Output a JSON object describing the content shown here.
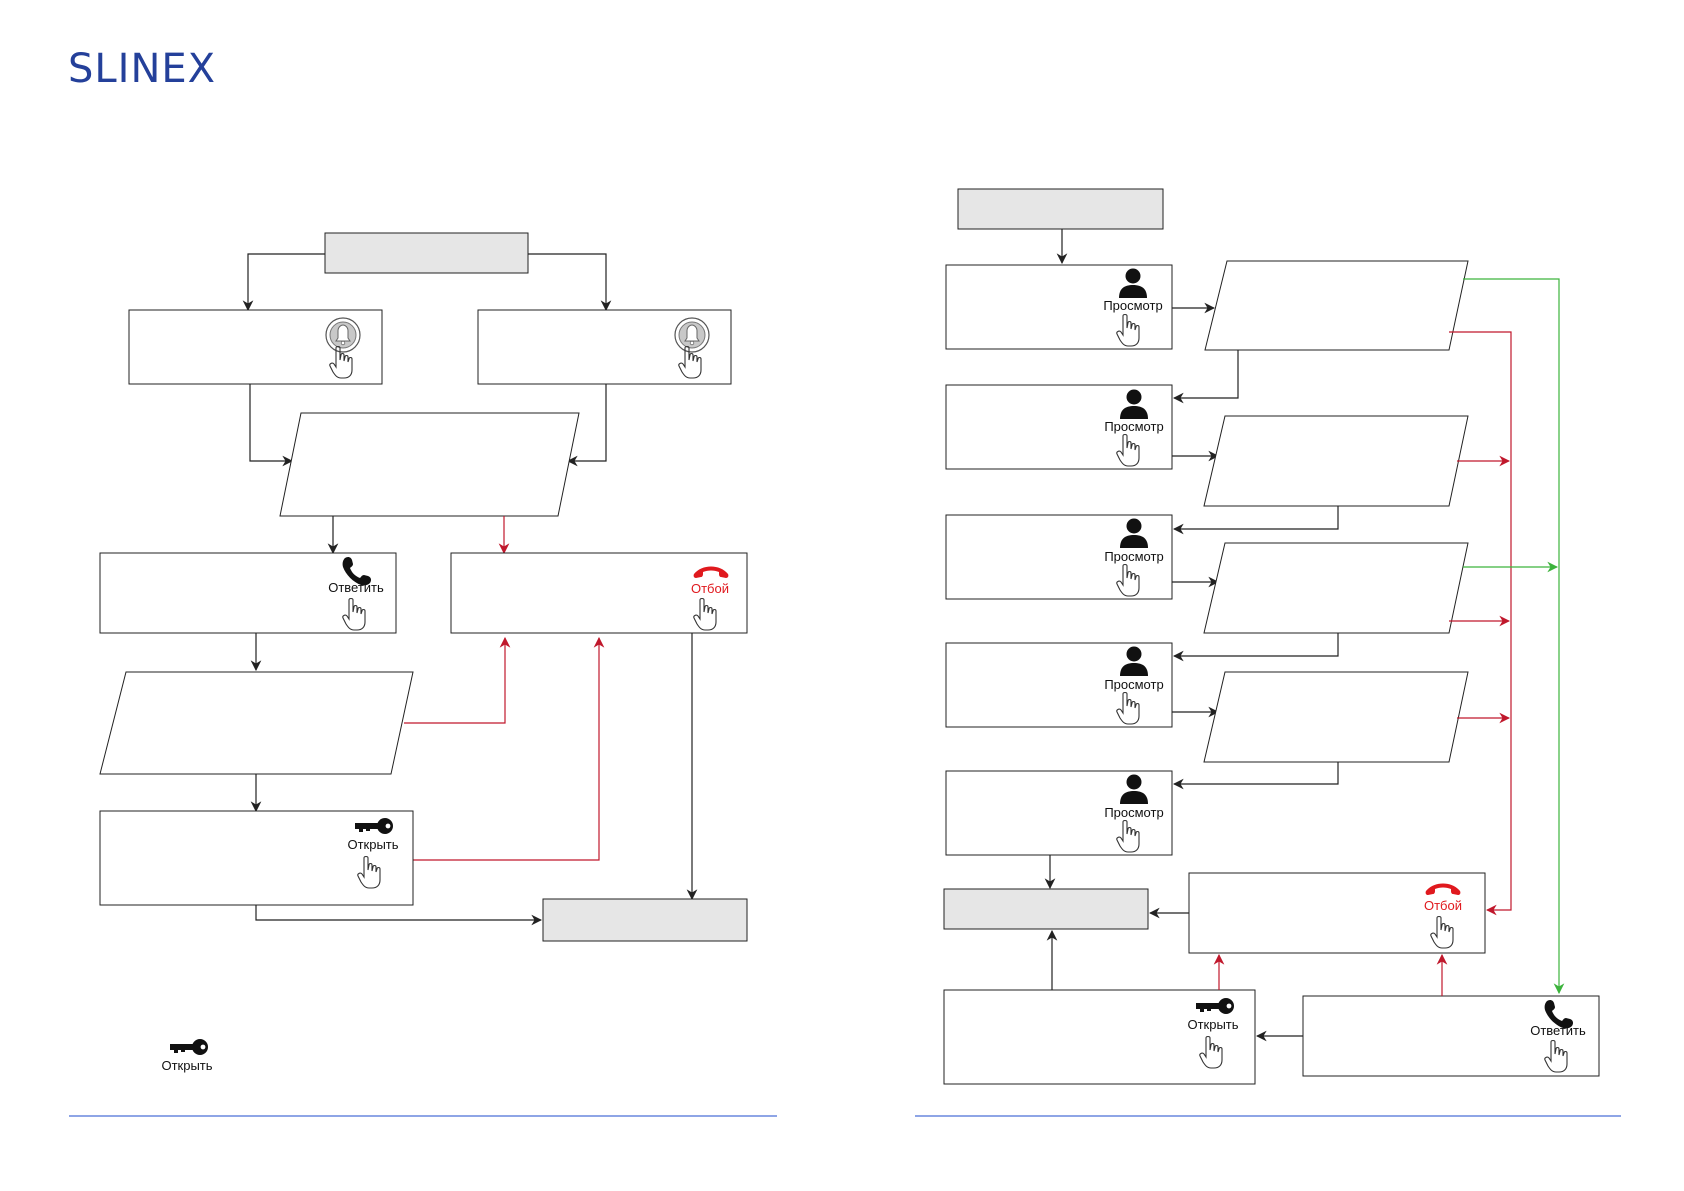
{
  "brand": {
    "name": "SLINEX",
    "color": "#24409a"
  },
  "labels": {
    "answer": "Ответить",
    "hangup": "Отбой",
    "open": "Открыть",
    "view": "Просмотр"
  },
  "legend": {
    "open_label": "Открыть"
  },
  "colors": {
    "line_black": "#222222",
    "line_red": "#c0182c",
    "line_green": "#3cb33c",
    "hangup_text": "#e0191e",
    "gray_fill": "#e6e6e6",
    "footer_rule": "#4a6fd8"
  },
  "icons": [
    "bell-button-icon",
    "hand-pointer-icon",
    "handset-icon",
    "hangup-handset-icon",
    "key-icon",
    "person-icon"
  ]
}
